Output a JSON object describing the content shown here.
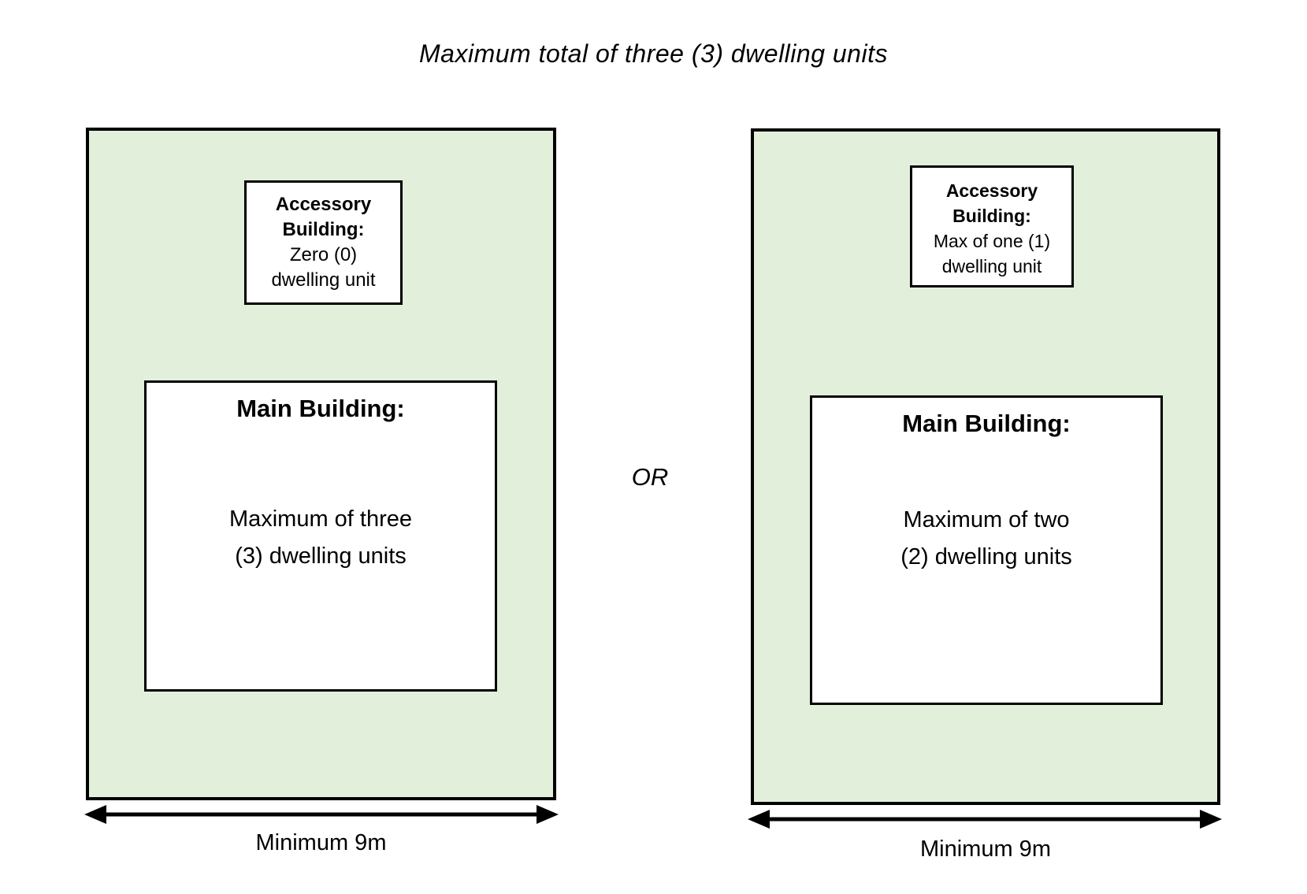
{
  "title": "Maximum total of three (3) dwelling units",
  "or_label": "OR",
  "colors": {
    "lot_fill": "#e2efda",
    "outline": "#000000",
    "background": "#ffffff"
  },
  "lot_a": {
    "accessory_box": {
      "title_line1": "Accessory",
      "title_line2": "Building:",
      "body_line1": "Zero (0)",
      "body_line2": "dwelling unit"
    },
    "main_box": {
      "title": "Main Building:",
      "body_line1": "Maximum of three",
      "body_line2": "(3) dwelling units"
    },
    "dimension_label": "Minimum 9m"
  },
  "lot_b": {
    "accessory_box": {
      "title_line1": "Accessory",
      "title_line2": "Building:",
      "body_line1": "Max of one (1)",
      "body_line2": "dwelling unit"
    },
    "main_box": {
      "title": "Main Building:",
      "body_line1": "Maximum of two",
      "body_line2": "(2) dwelling units"
    },
    "dimension_label": "Minimum 9m"
  }
}
